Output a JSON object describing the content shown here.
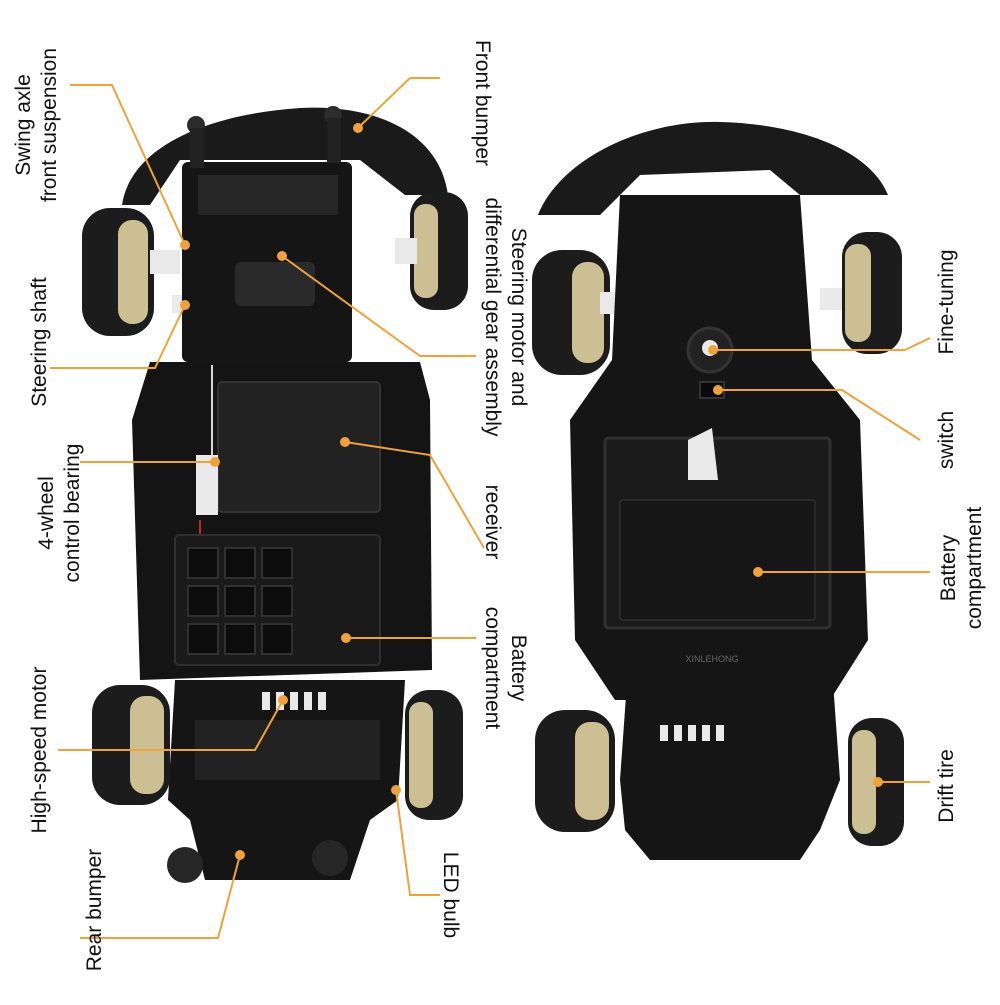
{
  "colors": {
    "leader": "#f0a23a",
    "chassis": "#151515",
    "tire": "#1c1c1c",
    "rim": "#cdbf94",
    "plastic": "#2c2c2c",
    "white_part": "#e9e9e9"
  },
  "callouts": {
    "swing_axle": {
      "line1": "Swing axle",
      "line2": "front suspension"
    },
    "steering_shaft": {
      "line1": "Steering shaft"
    },
    "four_wheel": {
      "line1": "4-wheel",
      "line2": "control bearing"
    },
    "high_speed_motor": {
      "line1": "High-speed motor"
    },
    "rear_bumper": {
      "line1": "Rear bumper"
    },
    "front_bumper": {
      "line1": "Front bumper"
    },
    "steering_motor": {
      "line1": "Steering motor and",
      "line2": "differential gear assembly"
    },
    "receiver": {
      "line1": "receiver"
    },
    "battery_left": {
      "line1": "Battery",
      "line2": "compartment"
    },
    "led_bulb": {
      "line1": "LED bulb"
    },
    "fine_tuning": {
      "line1": "Fine-tuning"
    },
    "switch": {
      "line1": "switch"
    },
    "battery_right": {
      "line1": "Battery",
      "line2": "compartment"
    },
    "drift_tire": {
      "line1": "Drift tire"
    }
  },
  "brand_mark": "XINLEHONG"
}
